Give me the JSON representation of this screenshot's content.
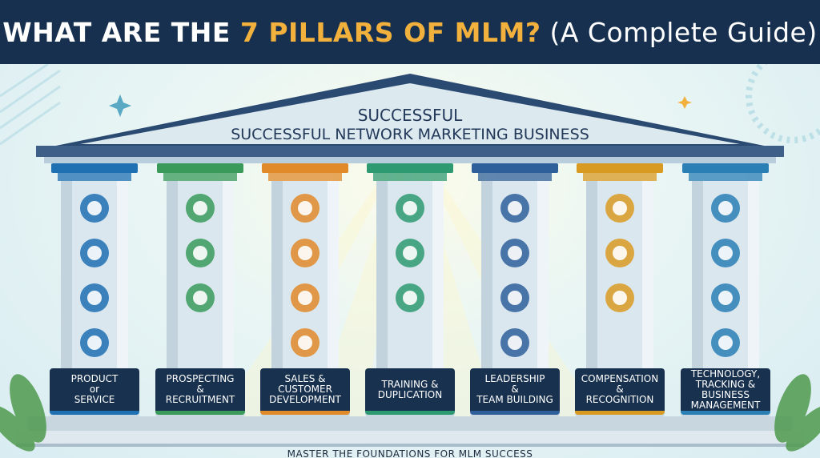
{
  "header": {
    "title_start": "WHAT ARE THE ",
    "title_accent": "7 PILLARS OF MLM?",
    "title_end": " (A Complete Guide)"
  },
  "roof": {
    "line1": "SUCCESSFUL",
    "line2": "SUCCESSFUL NETWORK MARKETING BUSINESS"
  },
  "pillars": [
    {
      "label": "PRODUCT\nor\nSERVICE",
      "color": "#1f6fb3",
      "icons": [
        "shield-check-icon",
        "package-box-icon",
        "checkmark-badge-icon",
        "megaphone-icon"
      ]
    },
    {
      "label": "PROSPECTING\n&\nRECRUITMENT",
      "color": "#3a9a5a",
      "icons": [
        "hands-together-icon",
        "people-group-icon",
        "handshake-icon"
      ]
    },
    {
      "label": "SALES &\nCUSTOMER\nDEVELOPMENT",
      "color": "#e08a2a",
      "icons": [
        "shopping-bag-icon",
        "discount-icon",
        "chat-bubbles-icon",
        "customers-icon"
      ]
    },
    {
      "label": "TRAINING &\nDUPLICATION",
      "color": "#2e9a72",
      "icons": [
        "mentor-icon",
        "cycle-arrows-icon",
        "presenter-icon"
      ]
    },
    {
      "label": "LEADERSHIP\n&\nTEAM BUILDING",
      "color": "#2f5f9a",
      "icons": [
        "climbing-stairs-icon",
        "team-icon",
        "handshake-icon",
        "compass-icon"
      ]
    },
    {
      "label": "COMPENSATION\n&\nRECOGNITION",
      "color": "#d99a22",
      "icons": [
        "coins-icon",
        "money-bag-icon",
        "award-medal-icon"
      ]
    },
    {
      "label": "TECHNOLOGY,\nTRACKING &\nBUSINESS\nMANAGEMENT",
      "color": "#2a7fb5",
      "icons": [
        "cloud-sync-icon",
        "growth-chart-icon",
        "laptop-dashboard-icon",
        "gear-icon"
      ]
    }
  ],
  "footer": {
    "tagline": "MASTER THE FOUNDATIONS FOR MLM SUCCESS"
  },
  "colors": {
    "header_bg": "#17304f",
    "accent": "#f2b13c",
    "roof": "#2b4a72",
    "label_bg": "#18314f"
  }
}
